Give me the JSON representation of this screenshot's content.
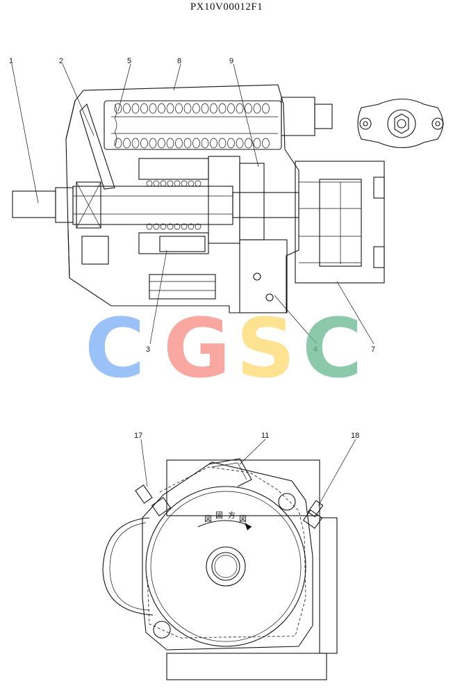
{
  "drawing_code": "PX10V00012F1",
  "watermark": {
    "letters": [
      {
        "char": "C",
        "color": "#7fb2f7"
      },
      {
        "char": "G",
        "color": "#f78f87"
      },
      {
        "char": "S",
        "color": "#fddb74"
      },
      {
        "char": "C",
        "color": "#6cba93"
      }
    ]
  },
  "callouts_top": [
    "1",
    "2",
    "5",
    "8",
    "9",
    "3",
    "4",
    "7"
  ],
  "callouts_bottom": [
    "17",
    "11",
    "18"
  ],
  "rotation_marks": [
    "図",
    "図",
    "方",
    "図"
  ],
  "colors": {
    "line": "#111111",
    "background": "#ffffff"
  }
}
